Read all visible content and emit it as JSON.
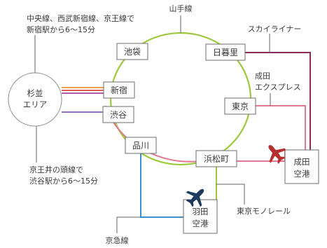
{
  "area": {
    "line1": "杉並",
    "line2": "エリア"
  },
  "yamanote": "山手線",
  "stations": {
    "ikebukuro": "池袋",
    "nippori": "日暮里",
    "shinjuku": "新宿",
    "shibuya": "渋谷",
    "tokyo": "東京",
    "shinagawa": "品川",
    "hamamatsucho": "浜松町"
  },
  "airports": {
    "narita": {
      "line1": "成田",
      "line2": "空港"
    },
    "haneda": {
      "line1": "羽田",
      "line2": "空港"
    }
  },
  "lines": {
    "skyliner": "スカイライナー",
    "narita_express_1": "成田",
    "narita_express_2": "エクスプレス",
    "monorail": "東京モノレール",
    "keikyu": "京急線"
  },
  "notes": {
    "top_1": "中央線、西武新宿線、京王線で",
    "top_2": "新宿駅から6〜15分",
    "bottom_1": "京王井の頭線で",
    "bottom_2": "渋谷駅から6〜15分"
  },
  "colors": {
    "yamanote": "#9cc93a",
    "skyliner": "#8c2a5a",
    "narita_express": "#e07a92",
    "keikyu": "#3f8fcf",
    "monorail": "#9cc93a",
    "chuo": "#f0a04a",
    "seibu": "#e05a5a",
    "keio": "#b05aa8",
    "inokashira": "#a070c0",
    "plane_red": "#b5302f",
    "plane_navy": "#1f3a5f"
  }
}
